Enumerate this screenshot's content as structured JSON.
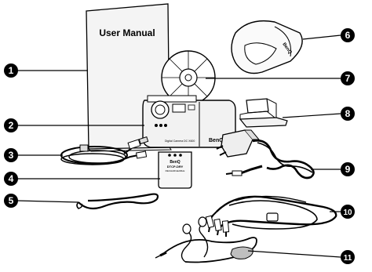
{
  "manual": {
    "title": "User Manual"
  },
  "camera": {
    "brand": "BenQ",
    "model_text": "Digital Camera DC X600"
  },
  "battery": {
    "brand": "BenQ",
    "model": "DTCP-DRY",
    "text": "RECHARGEABLE"
  },
  "pouch": {
    "brand": "BenQ"
  },
  "callouts": [
    {
      "number": "1"
    },
    {
      "number": "2"
    },
    {
      "number": "3"
    },
    {
      "number": "4"
    },
    {
      "number": "5"
    },
    {
      "number": "6"
    },
    {
      "number": "7"
    },
    {
      "number": "8"
    },
    {
      "number": "9"
    },
    {
      "number": "10"
    },
    {
      "number": "11"
    }
  ]
}
